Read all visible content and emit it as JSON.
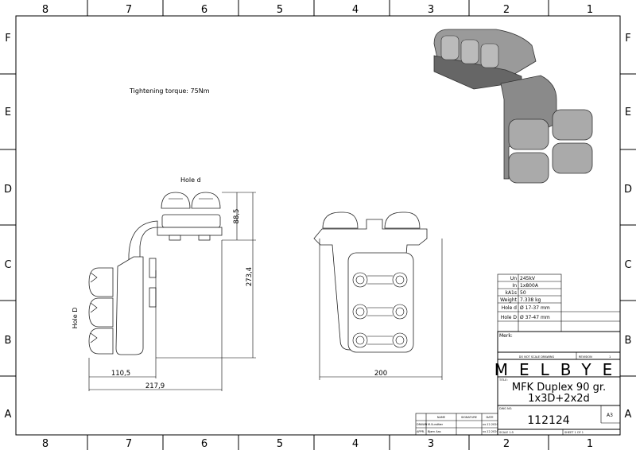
{
  "frame": {
    "columns": [
      "8",
      "7",
      "6",
      "5",
      "4",
      "3",
      "2",
      "1"
    ],
    "rows": [
      "F",
      "E",
      "D",
      "C",
      "B",
      "A"
    ]
  },
  "notes": {
    "torque": "Tightening torque: 75Nm",
    "hole_d_label": "Hole d",
    "hole_D_label": "Hole D"
  },
  "dimensions": {
    "height_top": "88,5",
    "height_total": "273,4",
    "width_inner": "110,5",
    "width_total": "217,9",
    "front_width": "200"
  },
  "properties": [
    {
      "label": "Un",
      "value": "245kV"
    },
    {
      "label": "In",
      "value": "1x800A"
    },
    {
      "label": "kA1s",
      "value": "50"
    },
    {
      "label": "Weight",
      "value": "7.338 kg"
    },
    {
      "label": "Hole d",
      "value": "Ø 17-37 mm"
    },
    {
      "label": "Hole D",
      "value": "Ø 37-47 mm"
    }
  ],
  "title_block": {
    "mark_label": "Merk:",
    "do_not_scale": "DO NOT SCALE DRAWING",
    "revision_label": "REVISION",
    "revision": "1",
    "company": "MELBYE",
    "title_label": "TITLE:",
    "title_line1": "MFK Duplex 90 gr.",
    "title_line2": "1x3D+2x2d",
    "dwg_label": "DWG NO.",
    "dwg_no": "112124",
    "size": "A3",
    "scale": "SCALE 1:5",
    "sheet": "SHEET 1 OF 1",
    "sign_headers": [
      "NAME",
      "SIGNATURE",
      "DATE"
    ],
    "sign_rows": [
      {
        "role": "DRAWN",
        "name": "M.Sundfær",
        "date": "xx.12.2020"
      },
      {
        "role": "APPR.",
        "name": "Bjørn Aas",
        "date": "xx.12.2020"
      }
    ]
  }
}
